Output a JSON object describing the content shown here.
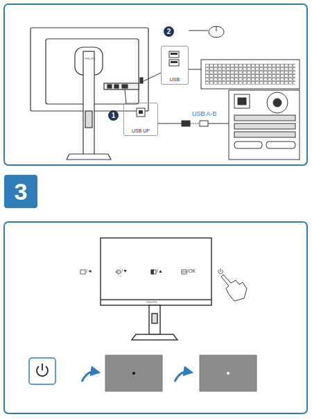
{
  "diagram": {
    "nodes": [
      {
        "text": [
          "2"
        ]
      },
      {
        "text": [
          "USB"
        ]
      },
      {
        "text": [
          "1"
        ]
      },
      {
        "text": [
          "USB UP"
        ]
      },
      {
        "text": [
          "3"
        ]
      }
    ],
    "labels": [
      "PHILIPS",
      "USB A-B",
      "/◄",
      "/▼",
      "/▲",
      "/OK",
      "PHILIPS"
    ]
  }
}
